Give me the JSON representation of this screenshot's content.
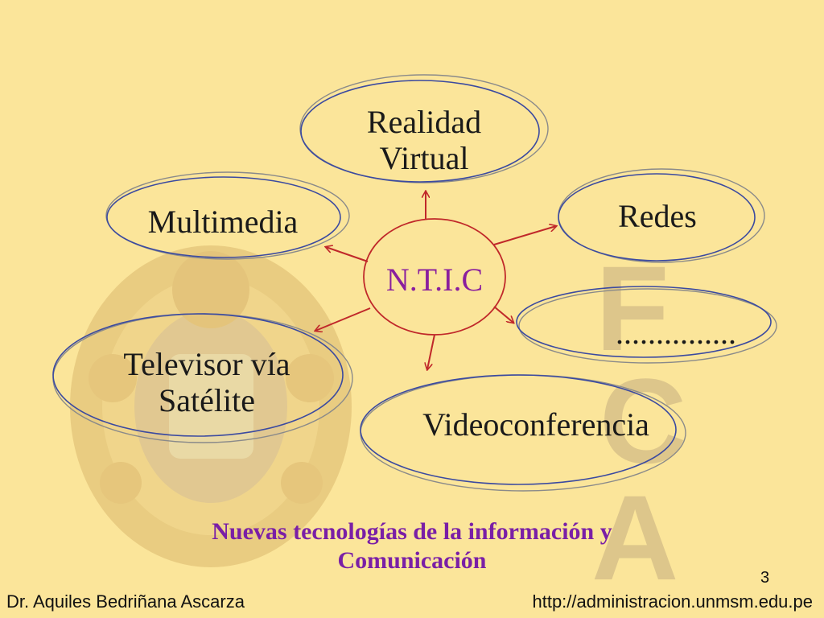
{
  "diagram": {
    "center": "N.T.I.C",
    "nodes": {
      "realidad_virtual": [
        "Realidad",
        "Virtual"
      ],
      "multimedia": "Multimedia",
      "redes": "Redes",
      "ellipsis": "...............",
      "televisor": [
        "Televisor vía",
        "Satélite"
      ],
      "videoconferencia": "Videoconferencia"
    }
  },
  "caption": [
    "Nuevas tecnologías de la información y",
    "Comunicación"
  ],
  "page_number": "3",
  "footer": {
    "author": "Dr. Aquiles Bedriñana Ascarza",
    "url": "http://administracion.unmsm.edu.pe"
  },
  "watermark": {
    "letters": [
      "F",
      "C",
      "A"
    ]
  },
  "colors": {
    "background": "#fbe59a",
    "arrow": "#c0282a",
    "ellipse_outline": "#3b4aa0",
    "caption": "#7a1fa6"
  }
}
